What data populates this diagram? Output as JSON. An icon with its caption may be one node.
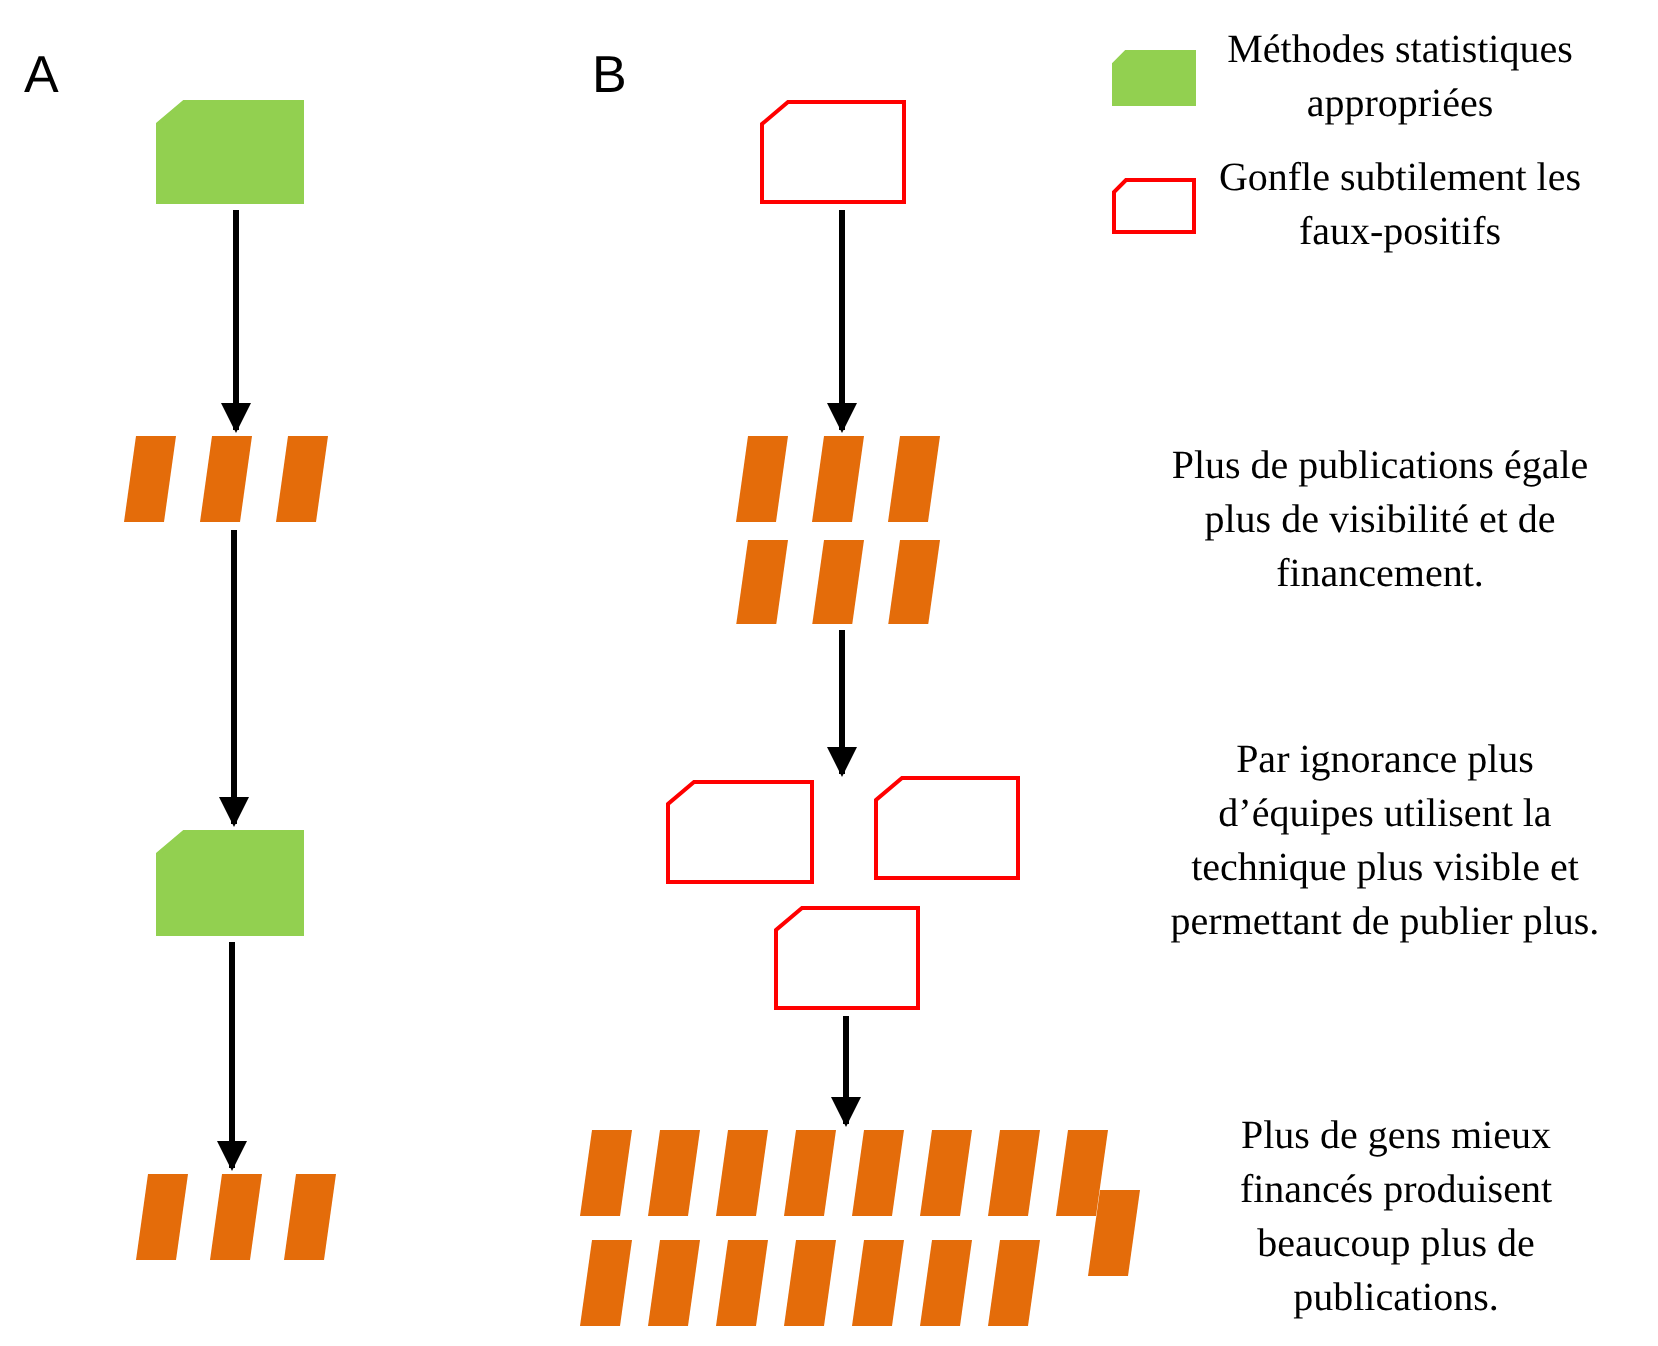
{
  "diagram": {
    "nodes": [
      {
        "text": [],
        "shape": "box"
      },
      {
        "text": [],
        "shape": "bar"
      },
      {
        "text": [],
        "shape": "box"
      },
      {
        "text": [],
        "shape": "bar"
      },
      {
        "text": [],
        "shape": "box"
      },
      {
        "text": [],
        "shape": "bar"
      },
      {
        "text": [],
        "shape": "box"
      },
      {
        "text": [],
        "shape": "box"
      },
      {
        "text": [],
        "shape": "box"
      },
      {
        "text": [],
        "shape": "bar"
      }
    ],
    "edges": [
      {
        "from": 0,
        "to": 1,
        "arrow": "to"
      },
      {
        "from": 1,
        "to": 2,
        "arrow": "to"
      },
      {
        "from": 2,
        "to": 3,
        "arrow": "to"
      },
      {
        "from": 4,
        "to": 5,
        "arrow": "to"
      },
      {
        "from": 5,
        "to": 6,
        "arrow": "to"
      },
      {
        "from": 8,
        "to": 9,
        "arrow": "to"
      }
    ],
    "labels": [
      "A",
      "B",
      "Plus de publications égale plus de visibilité et de financement.",
      "Par ignorance plus d’équipes utilisent la technique plus visible et permettant de publier plus.",
      "Plus de gens mieux financés produisent beaucoup plus de publications."
    ],
    "legend": [
      {
        "text": "Méthodes statistiques appropriées",
        "color": "#92d050"
      },
      {
        "text": "Gonfle subtilement les faux-positifs"
      }
    ]
  }
}
